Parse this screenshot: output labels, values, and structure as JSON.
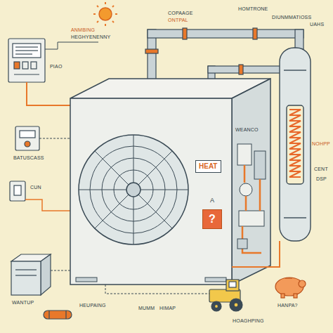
{
  "diagram": {
    "nodes": [
      {
        "text": [
          "HEAT"
        ]
      },
      {
        "text": [
          "?"
        ]
      }
    ],
    "labels": [
      "ANMBING",
      "HEGHYENENNY",
      "COPAAGE",
      "ONTPAL",
      "HOMTRONE",
      "DIUNMMATIOSS",
      "UAHS",
      "PIAO",
      "WEANCO",
      "NOHPP",
      "CENT",
      "DSP",
      "BATUSCASS",
      "CUN",
      "A",
      "WANTUP",
      "HEUPAING",
      "MUMM",
      "HIMAP",
      "HOAGHPING",
      "HANPA?"
    ]
  }
}
